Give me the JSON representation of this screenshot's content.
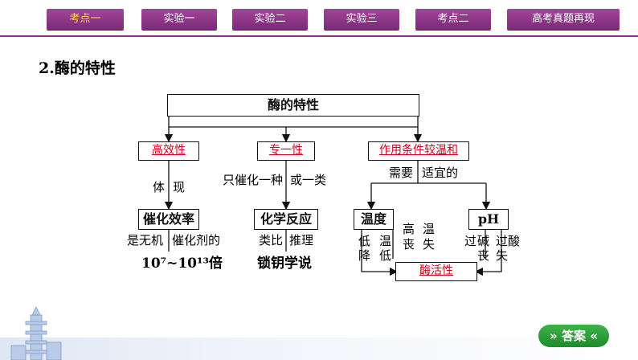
{
  "nav": {
    "items": [
      {
        "label": "考点一",
        "active": true
      },
      {
        "label": "实验一",
        "active": false
      },
      {
        "label": "实验二",
        "active": false
      },
      {
        "label": "实验三",
        "active": false
      },
      {
        "label": "考点二",
        "active": false
      },
      {
        "label": "高考真题再现",
        "active": false
      }
    ]
  },
  "section_title": "2.酶的特性",
  "diagram": {
    "root": "酶的特性",
    "branches": {
      "efficiency": "高效性",
      "specificity": "专一性",
      "conditions": "作用条件较温和"
    },
    "labels": {
      "ti": "体",
      "xian": "现",
      "only_catalyze": "只催化一种",
      "or_class": "或一类",
      "need": "需要",
      "suitable": "适宜的",
      "is_inorganic": "是无机",
      "catalyst_of": "催化剂的",
      "ratio": "10⁷~10¹³倍",
      "analogy": "类比",
      "reason": "推理",
      "lock_key": "锁钥学说",
      "low": "低",
      "jiang": "降",
      "wen1": "温",
      "di": "低",
      "gao": "高",
      "sang1": "丧",
      "wen2": "温",
      "shi1": "失",
      "guo1": "过",
      "jian": "碱",
      "sang2": "丧",
      "guo_suan": "过酸",
      "shi2": "失"
    },
    "nodes": {
      "catalysis_eff": "催化效率",
      "chem_reaction": "化学反应",
      "temperature": "温度",
      "ph": "pH",
      "activity": "酶活性"
    }
  },
  "answer_button": "答案"
}
